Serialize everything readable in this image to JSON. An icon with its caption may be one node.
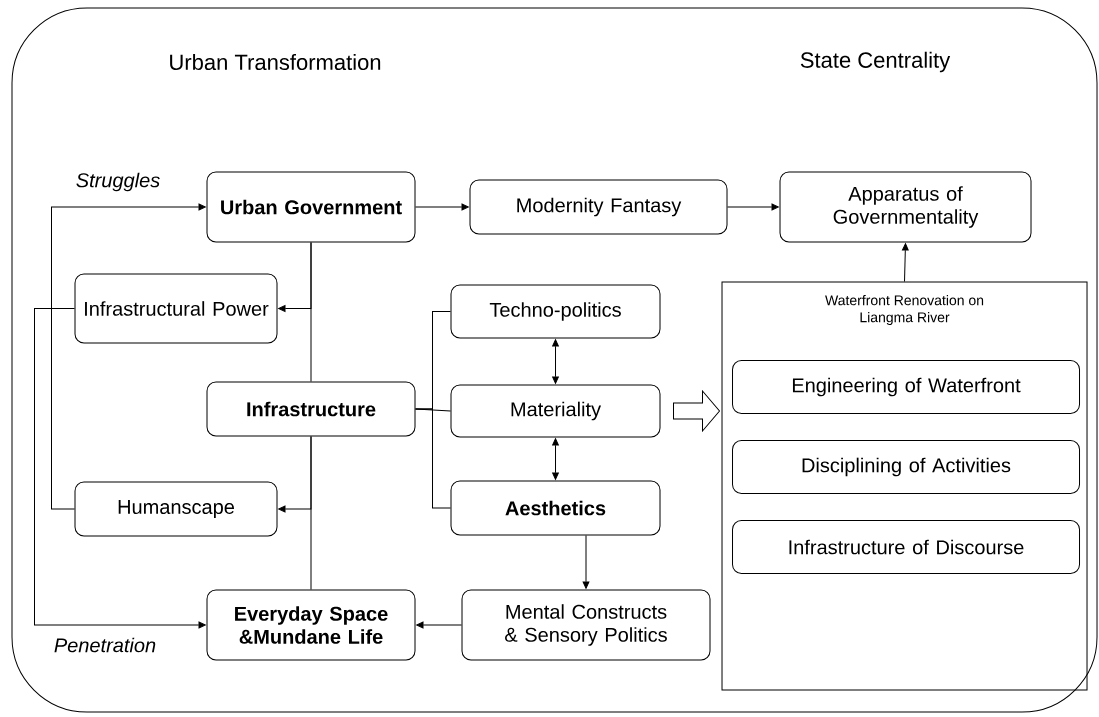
{
  "diagram": {
    "nodes": [
      {
        "text": [
          "Urban Government"
        ]
      },
      {
        "text": [
          "Modernity Fantasy"
        ]
      },
      {
        "text": [
          "Apparatus of Governmentality"
        ]
      },
      {
        "text": [
          "Infrastructural Power"
        ]
      },
      {
        "text": [
          "Techno-politics"
        ]
      },
      {
        "text": [
          "Waterfront Renovation on Liangma River"
        ]
      },
      {
        "text": [
          "Engineering of Waterfront"
        ],
        "in": 5
      },
      {
        "text": [
          "Disciplining of Activities"
        ],
        "in": 5
      },
      {
        "text": [
          "Infrastructure of Discourse"
        ],
        "in": 5
      },
      {
        "text": [
          "Infrastructure"
        ]
      },
      {
        "text": [
          "Materiality"
        ]
      },
      {
        "text": [
          "Humanscape"
        ]
      },
      {
        "text": [
          "Aesthetics"
        ]
      },
      {
        "text": [
          "Everyday Space &Mundane Life"
        ]
      },
      {
        "text": [
          "Mental Constructs & Sensory Politics"
        ]
      }
    ],
    "edges": [
      {
        "from": 0,
        "to": 1,
        "arrow": "to"
      },
      {
        "from": 1,
        "to": 2,
        "arrow": "to"
      },
      {
        "from": 5,
        "to": 2,
        "arrow": "to"
      },
      {
        "from": 0,
        "to": 9,
        "arrow": "none"
      },
      {
        "from": 0,
        "to": 3,
        "arrow": "to"
      },
      {
        "from": 9,
        "to": 13,
        "arrow": "none"
      },
      {
        "from": 9,
        "to": 11,
        "arrow": "to"
      },
      {
        "from": 9,
        "to": 4,
        "arrow": "none"
      },
      {
        "from": 9,
        "to": 10,
        "arrow": "none"
      },
      {
        "from": 9,
        "to": 12,
        "arrow": "none"
      },
      {
        "from": 4,
        "to": 10,
        "arrow": "both"
      },
      {
        "from": 10,
        "to": 12,
        "arrow": "both"
      },
      {
        "from": 10,
        "to": 5,
        "arrow": "to",
        "style": "thick"
      },
      {
        "from": 12,
        "to": 14,
        "arrow": "to"
      },
      {
        "from": 14,
        "to": 13,
        "arrow": "to"
      },
      {
        "from": 11,
        "to": 0,
        "arrow": "to",
        "label": "Struggles"
      },
      {
        "from": 3,
        "to": 13,
        "arrow": "to",
        "label": "Penetration"
      }
    ],
    "labels": [
      "Urban Transformation",
      "State Centrality"
    ]
  }
}
